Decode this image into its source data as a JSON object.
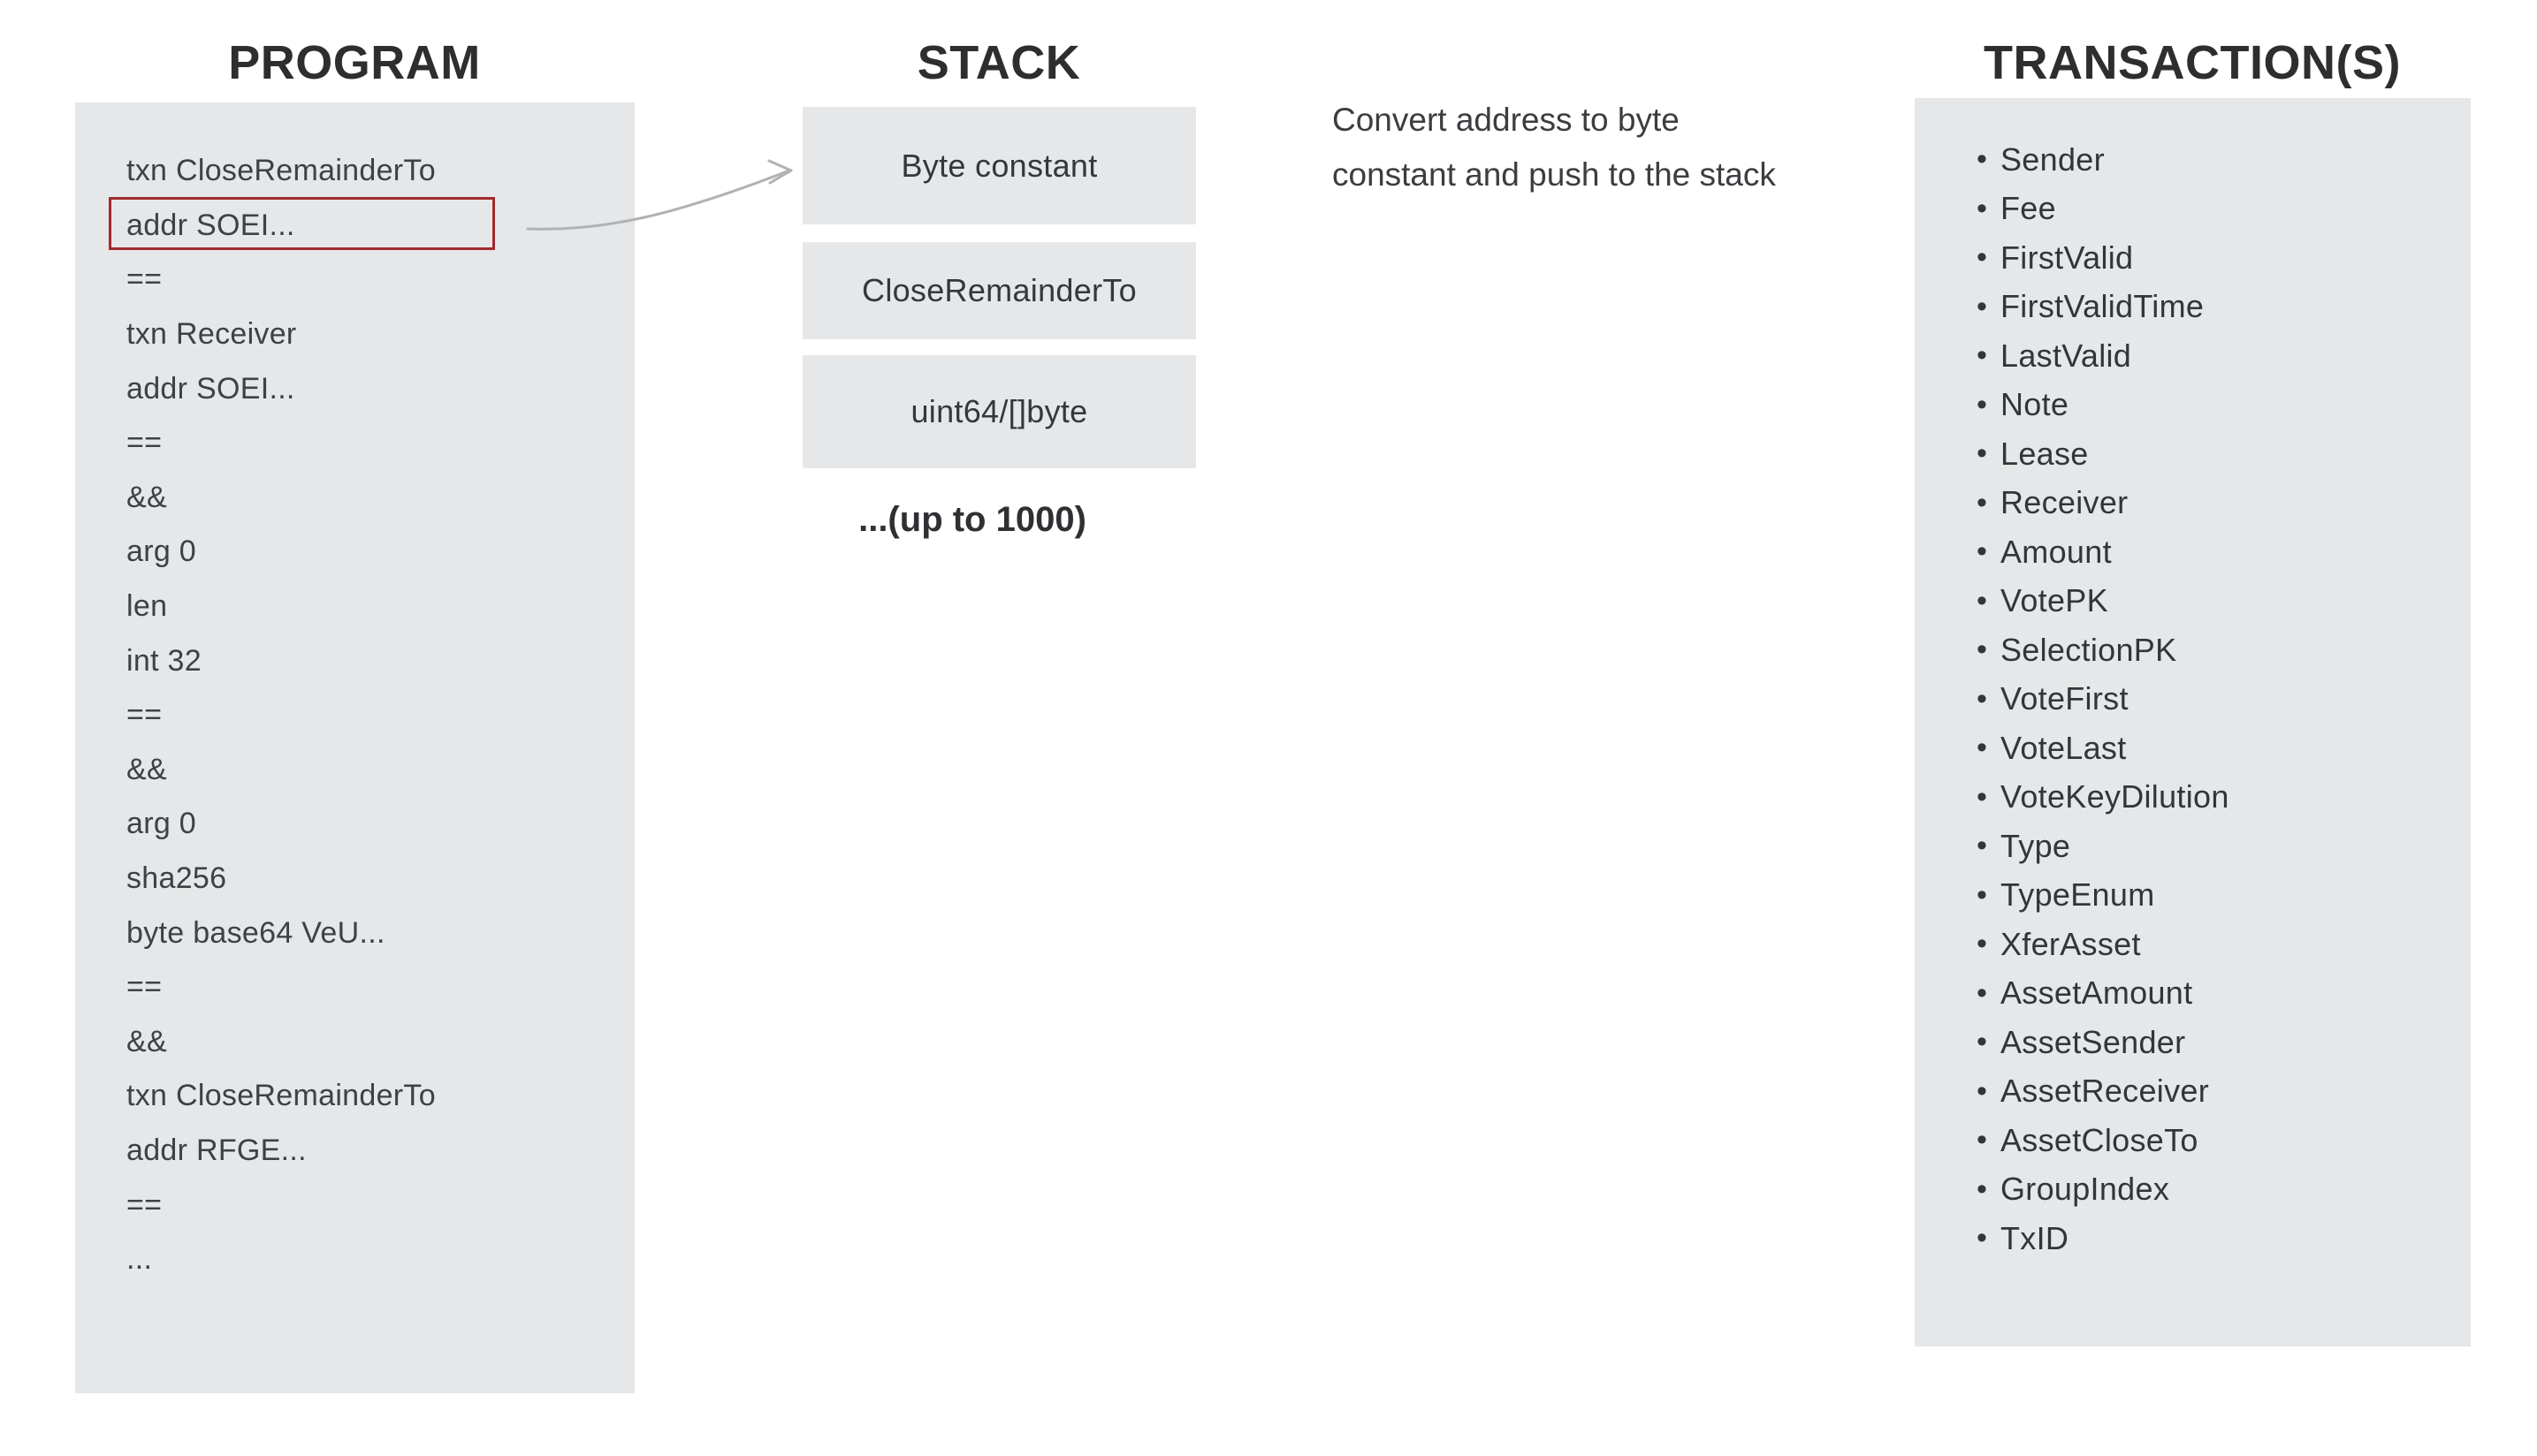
{
  "program": {
    "title": "PROGRAM",
    "lines": [
      "txn CloseRemainderTo",
      "addr SOEI...",
      "==",
      "txn Receiver",
      "addr SOEI...",
      "==",
      "&&",
      "arg 0",
      "len",
      "int 32",
      "==",
      "&&",
      "arg 0",
      "sha256",
      "byte base64 VeU...",
      "==",
      "&&",
      "txn CloseRemainderTo",
      "addr RFGE...",
      "==",
      "..."
    ],
    "highlighted_line": "addr SOEI...",
    "highlighted_line_index": 1
  },
  "stack": {
    "title": "STACK",
    "boxes": [
      "Byte constant",
      "CloseRemainderTo",
      "uint64/[]byte"
    ],
    "note": "...(up to 1000)"
  },
  "annotation": {
    "line1": "Convert address to byte",
    "line2": "constant and push to the stack"
  },
  "transactions": {
    "title": "TRANSACTION(S)",
    "items": [
      "Sender",
      "Fee",
      "FirstValid",
      "FirstValidTime",
      "LastValid",
      "Note",
      "Lease",
      "Receiver",
      "Amount",
      "VotePK",
      "SelectionPK",
      "VoteFirst",
      "VoteLast",
      "VoteKeyDilution",
      "Type",
      "TypeEnum",
      "XferAsset",
      "AssetAmount",
      "AssetSender",
      "AssetReceiver",
      "AssetCloseTo",
      "GroupIndex",
      "TxID"
    ]
  },
  "colors": {
    "panel_gray": "#e5e7e8",
    "highlight_red": "#a22a2d",
    "arrow_gray": "#b0b2b4",
    "title_text": "#2c2e30",
    "body_text": "#3e4145"
  }
}
